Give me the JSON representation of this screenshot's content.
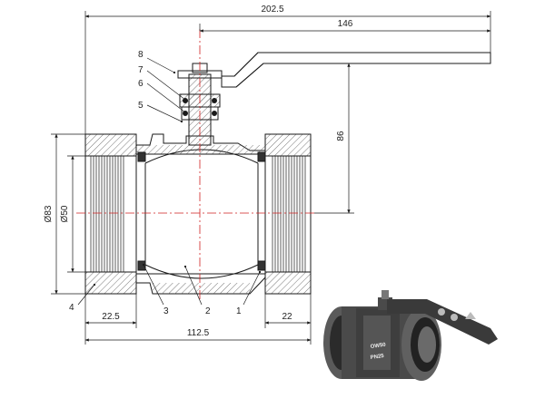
{
  "dimensions": {
    "overall_length": "202.5",
    "handle_length": "146",
    "handle_height": "86",
    "outer_diameter": "Ø83",
    "bore_diameter": "Ø50",
    "body_length": "112.5",
    "left_thread_length": "22.5",
    "right_thread_length": "22"
  },
  "callouts": {
    "c1": "1",
    "c2": "2",
    "c3": "3",
    "c4": "4",
    "c5": "5",
    "c6": "6",
    "c7": "7",
    "c8": "8"
  },
  "product_photo": {
    "body_marking_line1": "OW50",
    "body_marking_line2": "PN25"
  },
  "colors": {
    "line": "#1a1a1a",
    "centerline": "#d02020",
    "hatch": "#555555",
    "body_photo": "#4a4a4a",
    "handle_photo": "#3a3a3a"
  }
}
